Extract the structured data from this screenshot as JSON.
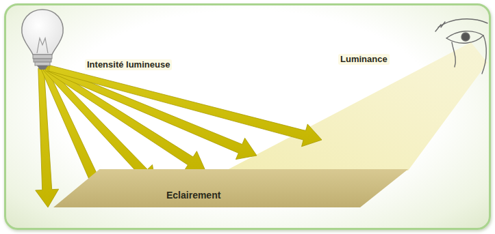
{
  "diagram": {
    "nodes": [
      {
        "text": [
          "Eclairement"
        ]
      }
    ],
    "labels": [
      "Intensité lumineuse",
      "Luminance"
    ]
  }
}
